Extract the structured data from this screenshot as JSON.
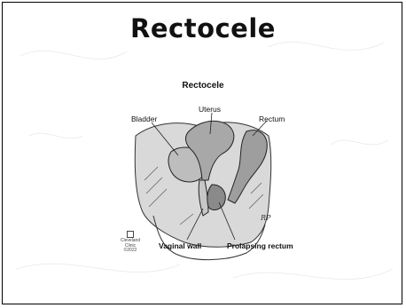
{
  "slide": {
    "title": "Rectocele"
  },
  "figure": {
    "title": "Rectocele",
    "labels": {
      "bladder": "Bladder",
      "uterus": "Uterus",
      "rectum": "Rectum",
      "vaginal_wall": "Vaginal wall",
      "prolapsing_rectum": "Prolapsing rectum"
    },
    "source": {
      "line1": "Cleveland",
      "line2": "Clinic",
      "line3": "©2022"
    },
    "artist_signature": "RP"
  }
}
